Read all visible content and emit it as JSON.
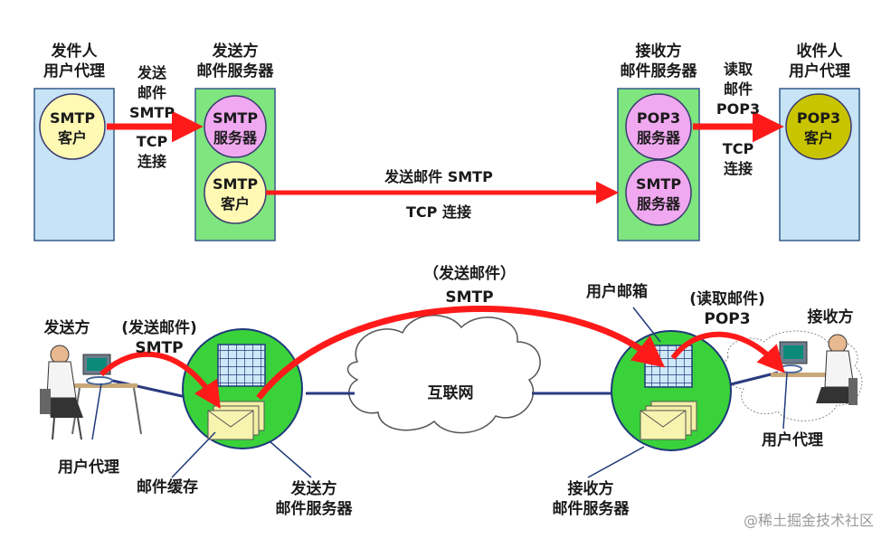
{
  "top": {
    "sender_ua_title_1": "发件人",
    "sender_ua_title_2": "用户代理",
    "sender_server_title_1": "发送方",
    "sender_server_title_2": "邮件服务器",
    "receiver_server_title_1": "接收方",
    "receiver_server_title_2": "邮件服务器",
    "receiver_ua_title_1": "收件人",
    "receiver_ua_title_2": "用户代理",
    "smtp_client_1": [
      "SMTP",
      "客户"
    ],
    "smtp_server": [
      "SMTP",
      "服务器"
    ],
    "smtp_client_2": [
      "SMTP",
      "客户"
    ],
    "pop3_server": [
      "POP3",
      "服务器"
    ],
    "smtp_server_2": [
      "SMTP",
      "服务器"
    ],
    "pop3_client": [
      "POP3",
      "客户"
    ],
    "arrow1_label": [
      "发送",
      "邮件",
      "SMTP"
    ],
    "arrow1_tcp": [
      "TCP",
      "连接"
    ],
    "arrow2_label": "发送邮件 SMTP",
    "arrow2_tcp": "TCP 连接",
    "arrow3_label": [
      "读取",
      "邮件",
      "POP3"
    ],
    "arrow3_tcp": [
      "TCP",
      "连接"
    ]
  },
  "bottom": {
    "sender": "发送方",
    "send_mail_1": "(发送邮件)",
    "send_mail_1_proto": "SMTP",
    "send_mail_2": "（发送邮件）",
    "send_mail_2_proto": "SMTP",
    "internet": "互联网",
    "mailbox": "用户邮箱",
    "read_mail": "(读取邮件)",
    "read_mail_proto": "POP3",
    "receiver": "接收方",
    "ua_left": "用户代理",
    "mail_cache": "邮件缓存",
    "send_server_1": "发送方",
    "send_server_2": "邮件服务器",
    "recv_server_1": "接收方",
    "recv_server_2": "邮件服务器",
    "ua_right": "用户代理"
  },
  "watermark": "@稀土掘金技术社区",
  "colors": {
    "panel_blue": "#c7e3f6",
    "panel_green": "#7fe57f",
    "smtp_client": "#fff9b3",
    "server_pink": "#f0a8f0",
    "pop3_client": "#c9c400",
    "arrow_red": "#ff1a1a",
    "circle_green": "#3ad23a"
  }
}
